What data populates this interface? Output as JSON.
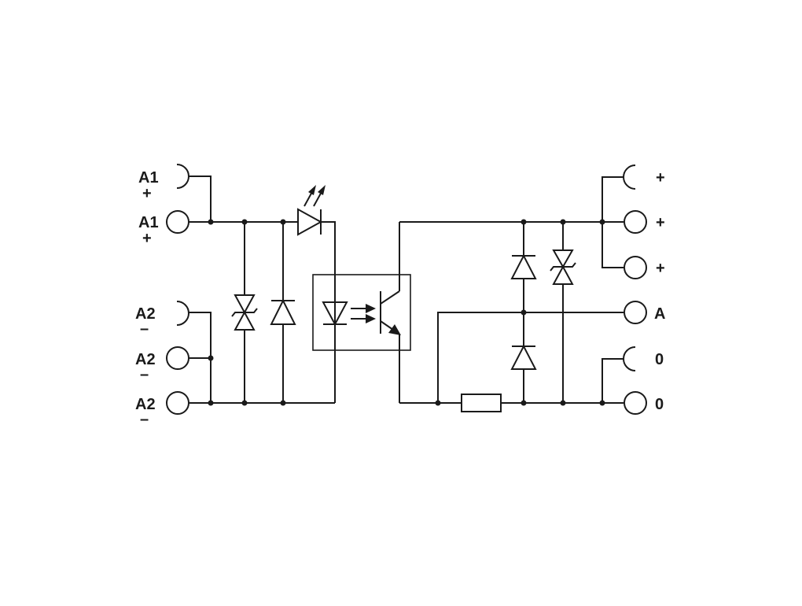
{
  "labels": {
    "a1_top": "A1",
    "a1_top_sign": "+",
    "a1_mid": "A1",
    "a1_mid_sign": "+",
    "a2_top": "A2",
    "a2_top_sign": "–",
    "a2_mid": "A2",
    "a2_mid_sign": "–",
    "a2_bot": "A2",
    "a2_bot_sign": "–",
    "out_plus_1": "+",
    "out_plus_2": "+",
    "out_plus_3": "+",
    "out_a": "A",
    "out_zero_1": "0",
    "out_zero_2": "0"
  },
  "colors": {
    "line": "#1a1a1a",
    "background": "#ffffff"
  }
}
